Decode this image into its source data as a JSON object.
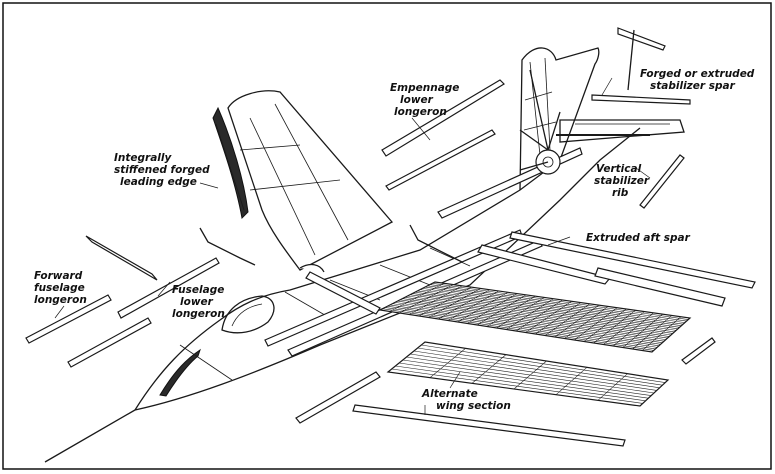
{
  "figure": {
    "labels": {
      "leading_edge": [
        "Integrally",
        "stiffened forged",
        "leading edge"
      ],
      "empennage_longeron": [
        "Empennage",
        "lower",
        "longeron"
      ],
      "stabilizer_spar": [
        "Forged or extruded",
        "stabilizer spar"
      ],
      "vertical_rib": [
        "Vertical",
        "stabilizer",
        "rib"
      ],
      "aft_spar": [
        "Extruded aft spar"
      ],
      "forward_longeron": [
        "Forward",
        "fuselage",
        "longeron"
      ],
      "fuselage_lower_longeron": [
        "Fuselage",
        "lower",
        "longeron"
      ],
      "alternate_wing": [
        "Alternate",
        "wing section"
      ]
    }
  }
}
